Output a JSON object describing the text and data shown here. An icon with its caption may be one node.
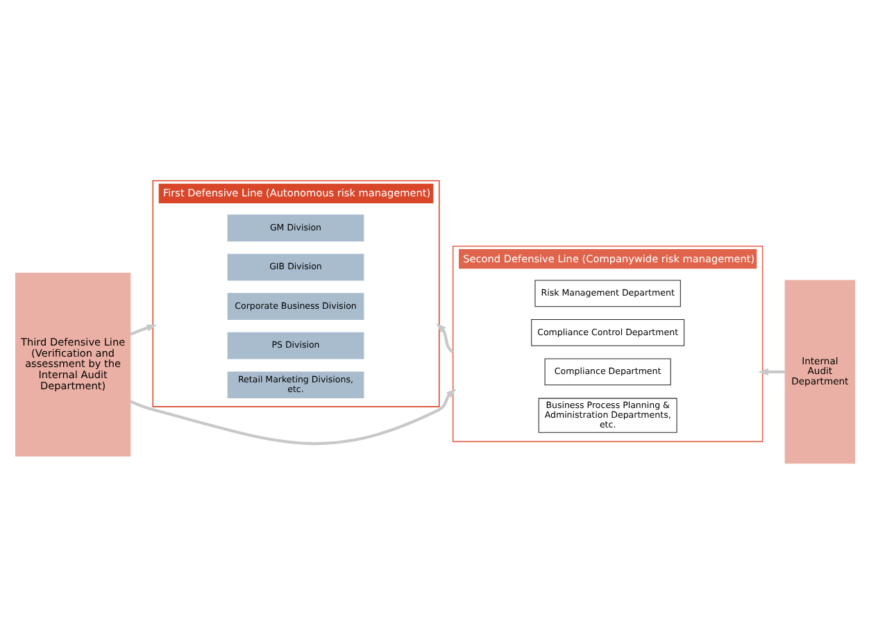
{
  "diagram": {
    "nodes": [
      {
        "text": [
          "Third Defensive Line (Verification and assessment by the Internal Audit Department)"
        ]
      },
      {
        "text": [
          "First Defensive Line (Autonomous risk management)"
        ]
      },
      {
        "text": [
          "GM Division"
        ],
        "in": 1
      },
      {
        "text": [
          "GIB Division"
        ],
        "in": 1
      },
      {
        "text": [
          "Corporate Business Division"
        ],
        "in": 1
      },
      {
        "text": [
          "PS Division"
        ],
        "in": 1
      },
      {
        "text": [
          "Retail Marketing Divisions, etc."
        ],
        "in": 1
      },
      {
        "text": [
          "Second Defensive Line (Companywide risk management)"
        ]
      },
      {
        "text": [
          "Risk Management Department"
        ],
        "in": 7
      },
      {
        "text": [
          "Compliance Control Department"
        ],
        "in": 7
      },
      {
        "text": [
          "Compliance Department"
        ],
        "in": 7
      },
      {
        "text": [
          "Business Process Planning & Administration Departments, etc."
        ],
        "in": 7
      },
      {
        "text": [
          "Internal Audit Department"
        ]
      }
    ],
    "edges": [
      {
        "from": 0,
        "to": 1,
        "arrow": "to"
      },
      {
        "from": 0,
        "to": 7,
        "arrow": "to"
      },
      {
        "from": 12,
        "to": 7,
        "arrow": "to"
      },
      {
        "from": 7,
        "to": 1,
        "arrow": "to"
      }
    ]
  }
}
